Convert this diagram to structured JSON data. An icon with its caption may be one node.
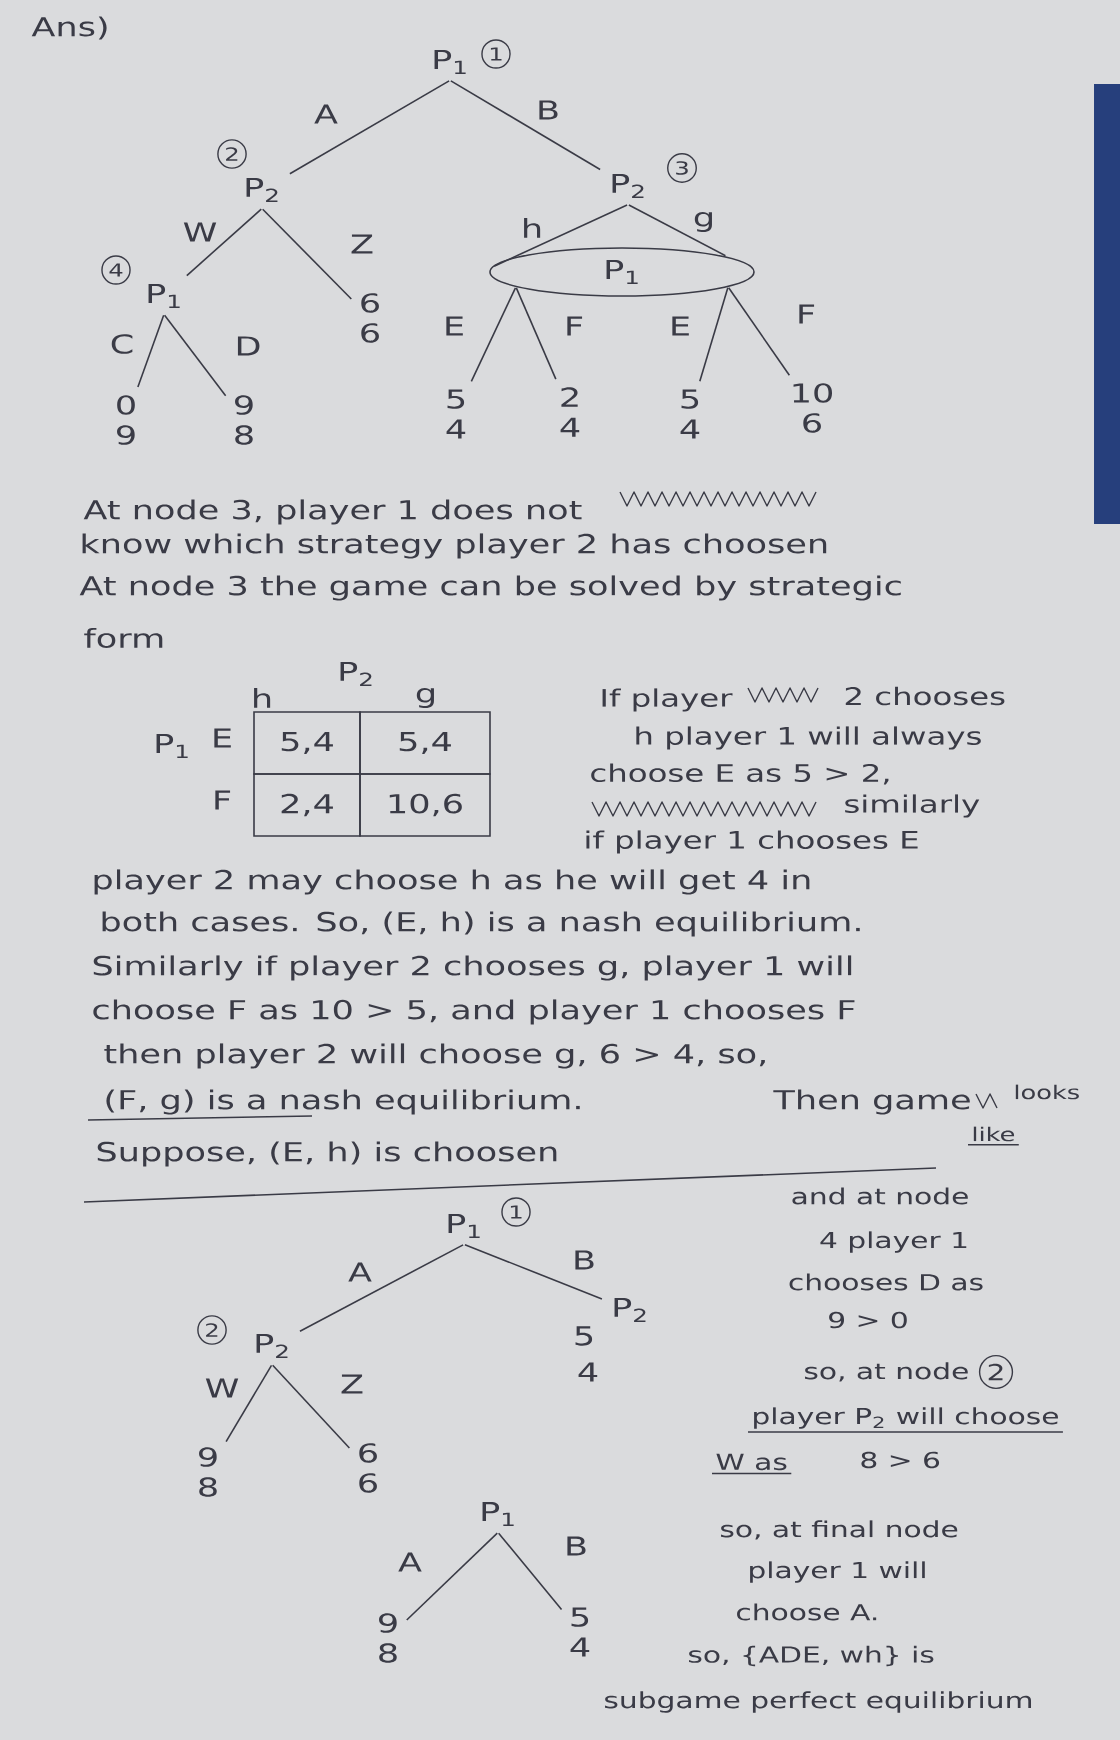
{
  "diagram": {
    "nodes": [
      {
        "text": [
          "P$_{1}$"
        ],
        "beside": [
          "1"
        ]
      },
      {
        "text": [
          "P$_{2}$"
        ],
        "beside": [
          "2"
        ]
      },
      {
        "text": [
          "P$_{2}$"
        ],
        "beside": [
          "3"
        ]
      },
      {
        "text": [
          "P$_{1}$"
        ],
        "beside": [
          "4"
        ]
      },
      {
        "text": [
          "6",
          "6"
        ]
      },
      {
        "text": [
          "P$_{1}$"
        ]
      },
      {
        "text": [
          "0",
          "9"
        ]
      },
      {
        "text": [
          "9",
          "8"
        ]
      },
      {
        "text": [
          "5",
          "4"
        ]
      },
      {
        "text": [
          "2",
          "4"
        ]
      },
      {
        "text": [
          "5",
          "4"
        ]
      },
      {
        "text": [
          "10",
          "6"
        ]
      },
      {
        "text": [
          "P$_{1}$"
        ],
        "beside": [
          "1"
        ]
      },
      {
        "text": [
          "P$_{2}$"
        ],
        "beside": [
          "2"
        ]
      },
      {
        "text": [
          "P$_{2}$"
        ],
        "beside": [
          "5",
          "4"
        ]
      },
      {
        "text": [
          "9",
          "8"
        ]
      },
      {
        "text": [
          "6",
          "6"
        ]
      },
      {
        "text": [
          "2"
        ]
      },
      {
        "text": [
          "P$_{1}$"
        ]
      },
      {
        "text": [
          "9",
          "8"
        ]
      },
      {
        "text": [
          "5",
          "4"
        ]
      }
    ],
    "edges": [
      {
        "from": 0,
        "to": 1,
        "arrow": "none",
        "label": "A"
      },
      {
        "from": 0,
        "to": 2,
        "arrow": "none",
        "label": "B"
      },
      {
        "from": 1,
        "to": 3,
        "arrow": "none",
        "label": "W"
      },
      {
        "from": 1,
        "to": 4,
        "arrow": "none",
        "label": "Z"
      },
      {
        "from": 3,
        "to": 6,
        "arrow": "none",
        "label": "C"
      },
      {
        "from": 3,
        "to": 7,
        "arrow": "none",
        "label": "D"
      },
      {
        "from": 2,
        "to": 5,
        "arrow": "none",
        "label": "h"
      },
      {
        "from": 2,
        "to": 5,
        "arrow": "none",
        "label": "g"
      },
      {
        "from": 5,
        "to": 8,
        "arrow": "none",
        "label": "E"
      },
      {
        "from": 5,
        "to": 9,
        "arrow": "none",
        "label": "F"
      },
      {
        "from": 5,
        "to": 10,
        "arrow": "none",
        "label": "E"
      },
      {
        "from": 5,
        "to": 11,
        "arrow": "none",
        "label": "F"
      },
      {
        "from": 12,
        "to": 13,
        "arrow": "none",
        "label": "A"
      },
      {
        "from": 12,
        "to": 14,
        "arrow": "none",
        "label": "B"
      },
      {
        "from": 13,
        "to": 15,
        "arrow": "none",
        "label": "W"
      },
      {
        "from": 13,
        "to": 16,
        "arrow": "none",
        "label": "Z"
      },
      {
        "from": 18,
        "to": 19,
        "arrow": "none",
        "label": "A"
      },
      {
        "from": 18,
        "to": 20,
        "arrow": "none",
        "label": "B"
      }
    ],
    "labels": [
      "Ans)",
      "At node 3, player 1 does not",
      "know which strategy player 2 has choosen",
      "At node 3 the game can be solved by strategic",
      "form",
      "P$_{2}$",
      "h",
      "g",
      "P$_{1}$",
      "E",
      "5,4",
      "5,4",
      "F",
      "2,4",
      "10,6",
      "If player",
      "2 chooses",
      "h player 1 will always",
      "choose E as 5 > 2,",
      "similarly",
      "if player 1 chooses E",
      "player 2 may choose h as he will get 4 in",
      "both cases. So, (E, h) is a nash equilibrium.",
      "Similarly if player 2 chooses g, player 1 will",
      "choose F as 10 > 5, and player 1 chooses F",
      "then player 2 will choose g, 6 > 4, so,",
      "(F, g) is a nash equilibrium.",
      "Then game",
      "looks",
      "like",
      "Suppose, (E, h) is choosen",
      "and at node",
      "4 player 1",
      "chooses D as",
      "9 > 0",
      "so, at node",
      "player P$_{2}$ will choose",
      "W as",
      "8 > 6",
      "so, at final node",
      "player 1 will",
      "choose A.",
      "so, {ADE, wh} is",
      "subgame perfect equilibrium"
    ]
  }
}
